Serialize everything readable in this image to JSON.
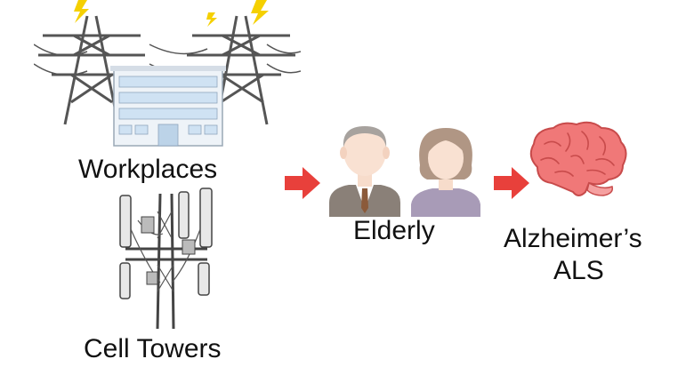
{
  "labels": {
    "workplaces": "Workplaces",
    "cell_towers": "Cell Towers",
    "elderly": "Elderly",
    "alzheimers": "Alzheimer’s",
    "als": "ALS"
  },
  "colors": {
    "arrow": "#e8403b",
    "brain": "#f07878",
    "tower": "#555555",
    "building": "#cfe2f3",
    "bolt": "#f5d000"
  },
  "icons": [
    "power-pylon-icon",
    "office-building-icon",
    "cell-tower-icon",
    "elderly-man-icon",
    "elderly-woman-icon",
    "brain-icon",
    "arrow-right-icon"
  ]
}
